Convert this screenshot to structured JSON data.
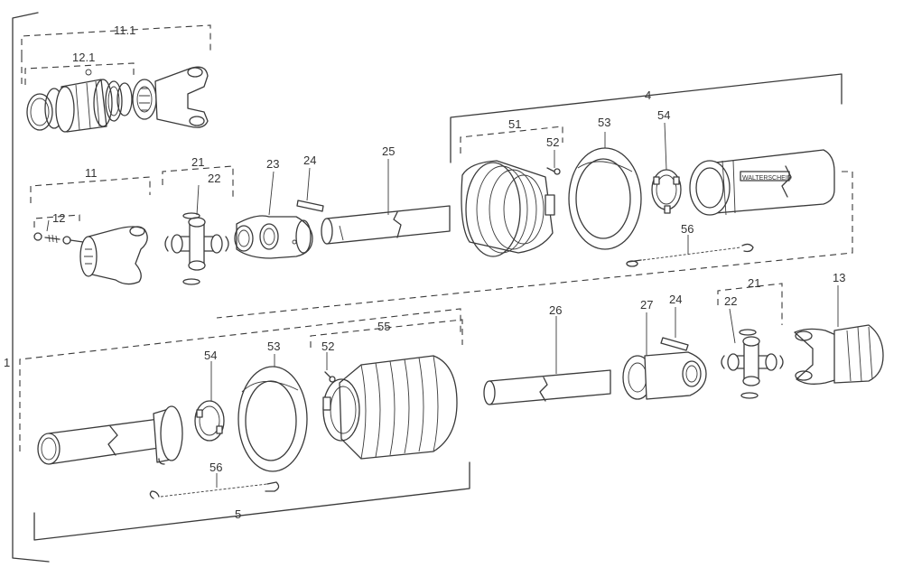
{
  "diagram": {
    "labels": {
      "l11_1": "11.1",
      "l12_1": "12.1",
      "l4": "4",
      "l51": "51",
      "l52_top": "52",
      "l53_top": "53",
      "l54_top": "54",
      "l56_top": "56",
      "l11": "11",
      "l12": "12",
      "l21_top": "21",
      "l22_top": "22",
      "l23": "23",
      "l24_top": "24",
      "l25": "25",
      "l26": "26",
      "l27": "27",
      "l24_bot": "24",
      "l21_bot": "21",
      "l22_bot": "22",
      "l13": "13",
      "l1": "1",
      "l54_bot": "54",
      "l53_bot": "53",
      "l52_bot": "52",
      "l55": "55",
      "l56_bot": "56",
      "l5": "5"
    },
    "stamp_text": "WALTERSCHEID"
  }
}
